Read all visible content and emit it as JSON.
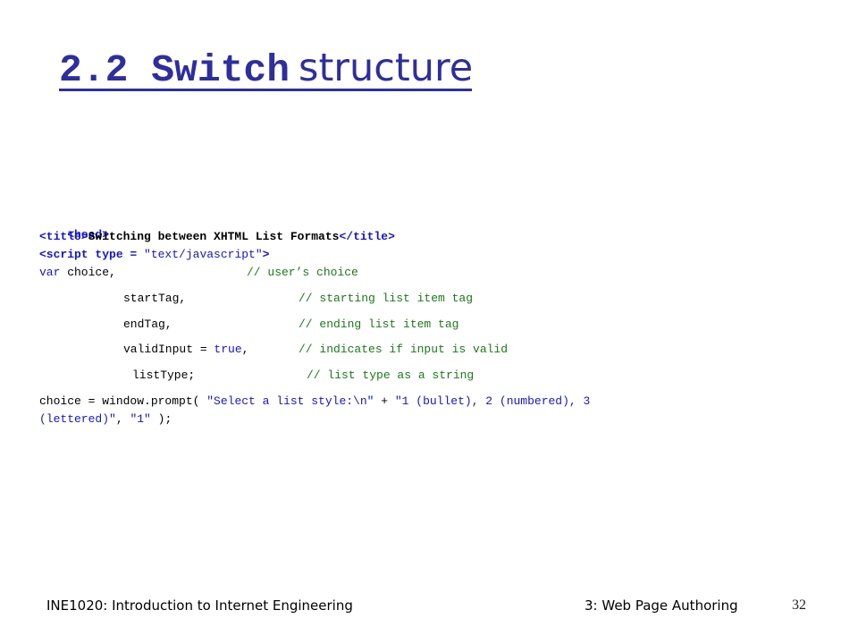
{
  "slide": {
    "title_code": "2.2  Switch",
    "title_rest": "structure"
  },
  "code": {
    "l1_tag": "<head>",
    "l2_open": "<title>",
    "l2_text": "Switching between XHTML List Formats",
    "l2_close": "</title>",
    "l3_tag_start": "<script type = ",
    "l3_str": "\"text/javascript\"",
    "l3_tag_end": ">",
    "l4_kw": "var",
    "l4_code": " choice,",
    "l4_comment": "// user’s choice",
    "l5_code": "startTag,",
    "l5_comment": "// starting list item tag",
    "l6_code": "endTag,",
    "l6_comment": "// ending list item tag",
    "l7_code": "validInput = ",
    "l7_kw": "true",
    "l7_code2": ",",
    "l7_comment": "// indicates if input is valid",
    "l8_code": "listType;",
    "l8_comment": "// list type as a string",
    "l9_code": "choice = window.prompt( ",
    "l9_str1": "\"Select a list style:\\n\"",
    "l9_code2": " + ",
    "l9_str2": "\"1 (bullet), 2 (numbered), 3",
    "l10_str": "(lettered)\"",
    "l10_code": ", ",
    "l10_str2": "\"1\"",
    "l10_code2": " );"
  },
  "footer": {
    "course": "INE1020: Introduction to Internet Engineering",
    "chapter": "3: Web Page Authoring",
    "page": "32"
  }
}
